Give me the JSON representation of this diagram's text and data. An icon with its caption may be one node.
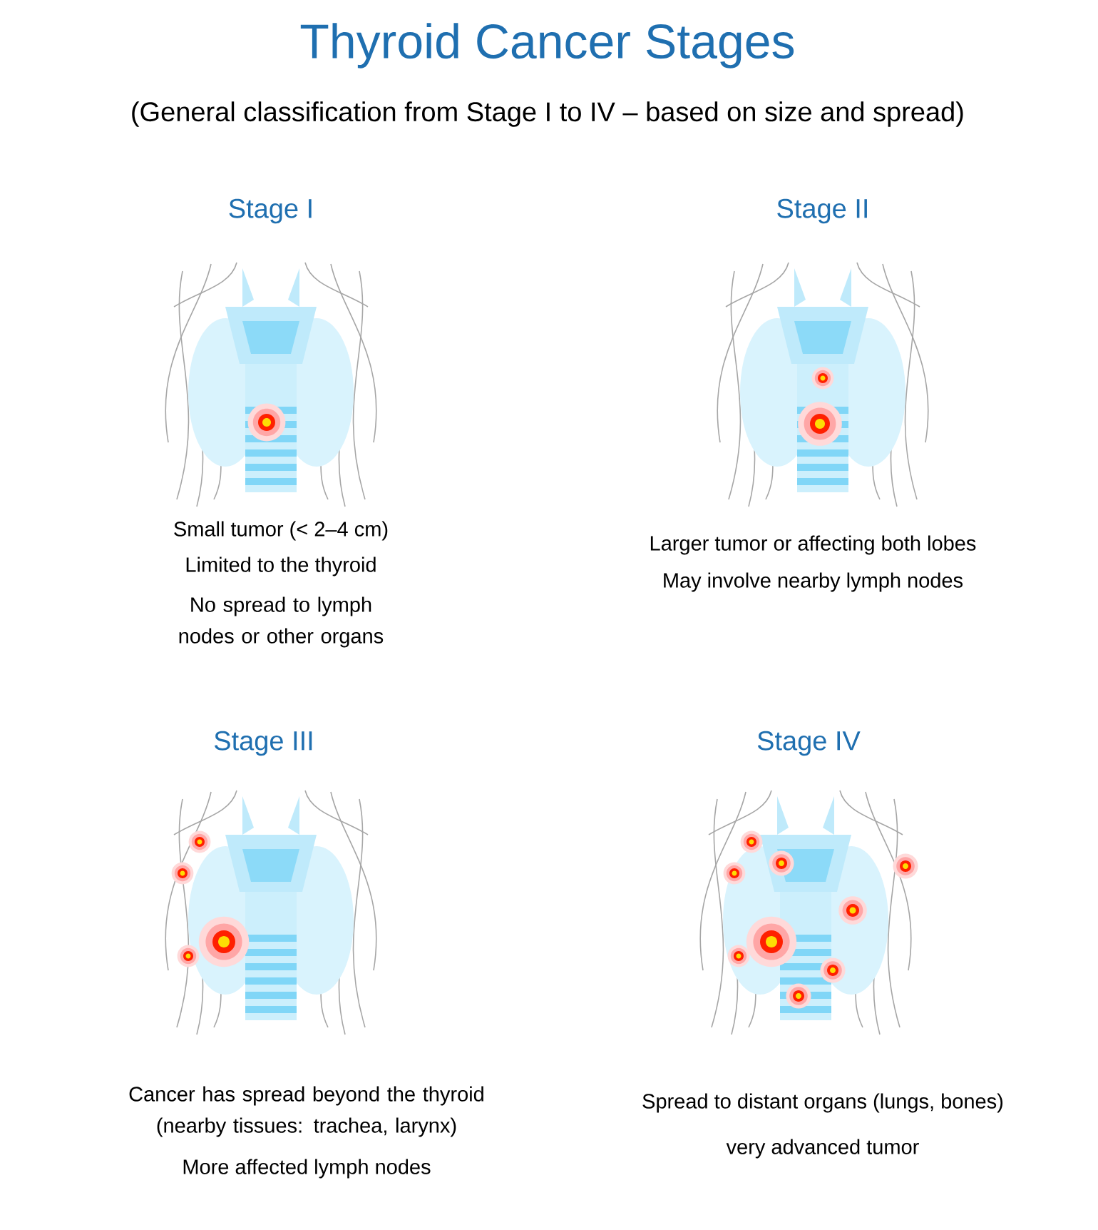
{
  "diagram": {
    "title": "Thyroid Cancer Stages",
    "labels": [
      "(General classification from Stage I to IV – based on size and spread)",
      "Stage I",
      "Stage II",
      "Small tumor (< 2–4 cm)",
      "Limited to the thyroid",
      "No spread to lymph nodes or other organs",
      "Larger tumor or affecting both lobes",
      "May involve nearby lymph nodes",
      "Stage III",
      "Stage IV",
      "Cancer has spread beyond the thyroid (nearby tissues: trachea, larynx)",
      "More affected lymph nodes",
      "Spread to distant organs (lungs, bones)",
      "very advanced tumor"
    ]
  }
}
